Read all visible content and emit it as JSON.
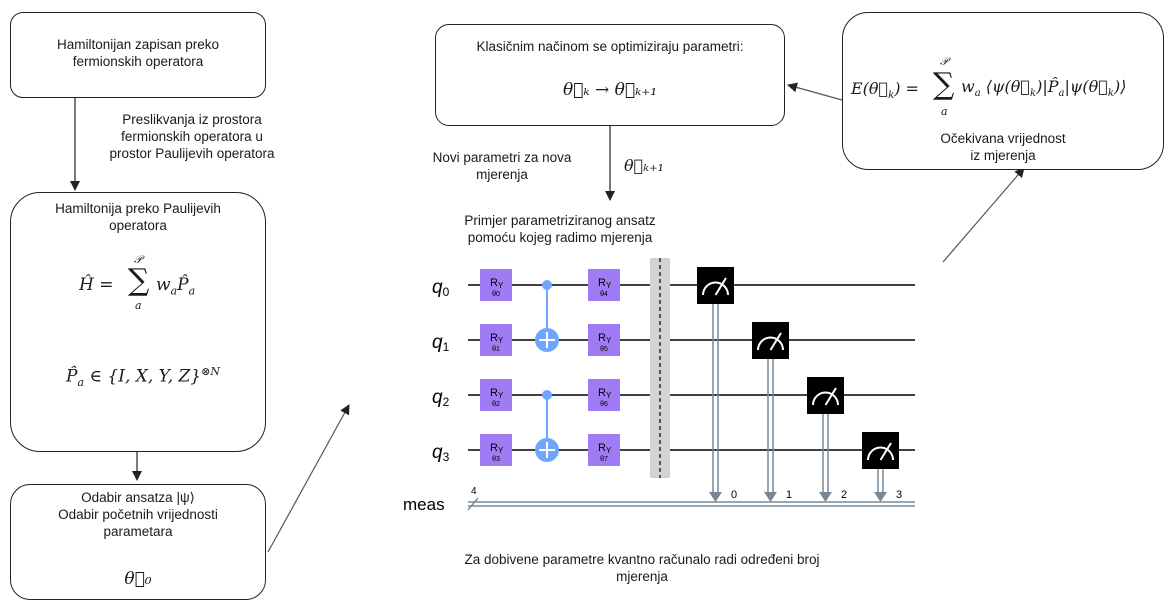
{
  "box_hamiltonian_fermion": {
    "line1": "Hamiltonijan zapisan preko",
    "line2": "fermionskih operatora"
  },
  "mapping_label": {
    "line1": "Preslikvanja iz prostora",
    "line2": "fermionskih operatora u",
    "line3": "prostor Paulijevih operatora"
  },
  "box_hamiltonian_pauli": {
    "line1": "Hamiltonija preko Paulijevih",
    "line2": "operatora",
    "eq1": "Ĥ = Σ_a^𝒫 w_a P̂_a",
    "eq2": "P̂_a ∈ {I, X, Y, Z}^⊗N"
  },
  "box_ansatz_choice": {
    "line1": "Odabir ansatza |ψ⟩",
    "line2": "Odabir početnih vrijednosti",
    "line3": "parametara",
    "eq": "θ⃗₀"
  },
  "box_classical": {
    "line1": "Klasičnim načinom se optimiziraju parametri:",
    "eq": "θ⃗ₖ → θ⃗ₖ₊₁"
  },
  "new_params_label": {
    "line1": "Novi parametri za nova",
    "line2": "mjerenja",
    "eq": "θ⃗ₖ₊₁"
  },
  "box_expectation": {
    "eq": "E(θ⃗ₖ) = Σ_a^𝒫 w_a ⟨ψ(θ⃗ₖ)|P̂_a|ψ(θ⃗ₖ)⟩",
    "line1": "Očekivana vrijednost",
    "line2": "iz mjerenja"
  },
  "box_circuit": {
    "title1": "Primjer parametriziranog ansatz",
    "title2": "pomoću kojeg radimo mjerenja",
    "footer1": "Za dobivene parametre kvantno računalo radi određeni broj",
    "footer2": "mjerenja"
  },
  "circuit": {
    "qubits": [
      "q",
      "q",
      "q",
      "q"
    ],
    "qubit_indices": [
      "0",
      "1",
      "2",
      "3"
    ],
    "classical_register": "meas",
    "classical_width": "4",
    "gate_label": "R",
    "gate_sub": "Y",
    "layer1_params": [
      "θ0",
      "θ1",
      "θ2",
      "θ3"
    ],
    "layer2_params": [
      "θ4",
      "θ5",
      "θ6",
      "θ7"
    ],
    "measure_bits": [
      "0",
      "1",
      "2",
      "3"
    ],
    "colors": {
      "ry_gate": "#9f7cf3",
      "cnot": "#6fa4ff",
      "barrier": "#d3d3d3",
      "measure": "#000000",
      "wire": "#000000",
      "classical_wire": "#778899"
    }
  }
}
